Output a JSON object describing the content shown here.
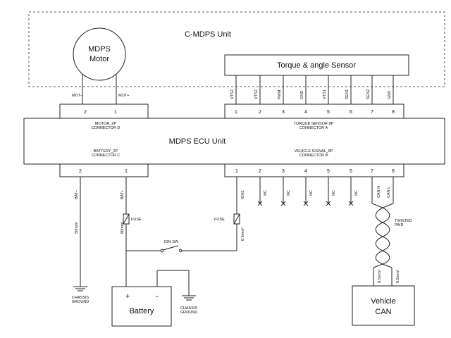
{
  "title": "C-MDPS Unit",
  "motor": {
    "line1": "MDPS",
    "line2": "Motor",
    "wire_minus": "MOT–",
    "wire_plus": "MOT+"
  },
  "sensor": {
    "label": "Torque & angle Sensor",
    "pins": [
      "VTS2",
      "VTS2",
      "PWM",
      "GND",
      "VTS1",
      "SEN1",
      "SEN2",
      "GND"
    ]
  },
  "ecu": {
    "label": "MDPS ECU Unit"
  },
  "connector_d": {
    "line1": "MOTOR_2P",
    "line2": "CONNECTOR D",
    "pins": [
      "2",
      "1"
    ]
  },
  "connector_a": {
    "line1": "TORQUE SENSOR 8P",
    "line2": "CONNECTOR A",
    "pins": [
      "1",
      "2",
      "3",
      "4",
      "5",
      "6",
      "7",
      "8"
    ]
  },
  "connector_c": {
    "line1": "BATTERY_2P",
    "line2": "CONNECTOR C",
    "pins": [
      "2",
      "1"
    ]
  },
  "connector_b": {
    "line1": "VEHICLE SIGNAL_8P",
    "line2": "CONNECTOR B",
    "pins": [
      "1",
      "2",
      "3",
      "4",
      "5",
      "6",
      "7",
      "8"
    ],
    "wires": [
      "IGN1",
      "NC",
      "NC",
      "NC",
      "NC",
      "NC",
      "CAN H",
      "CAN L"
    ]
  },
  "power": {
    "bat_minus": "BAT–",
    "bat_plus": "BAT+",
    "wire_bat_minus": "50mm²",
    "wire_bat_plus": "80mm²",
    "wire_ign": "0.5mm²",
    "fuse_main": "FUSE",
    "fuse_ign": "FUSE",
    "ign_switch": "IGN SW"
  },
  "battery": {
    "label": "Battery",
    "plus": "+",
    "minus": "-"
  },
  "ground": {
    "label1_top": "CHASSIS",
    "label1_bot": "GROUND",
    "label2_top": "CHASSIS",
    "label2_bot": "GROUND"
  },
  "can": {
    "twisted_top": "TWISTED",
    "twisted_bot": "PAIR",
    "wire_h": "0.5mm²",
    "wire_l": "0.5mm²",
    "vehicle_line1": "Vehicle",
    "vehicle_line2": "CAN"
  }
}
